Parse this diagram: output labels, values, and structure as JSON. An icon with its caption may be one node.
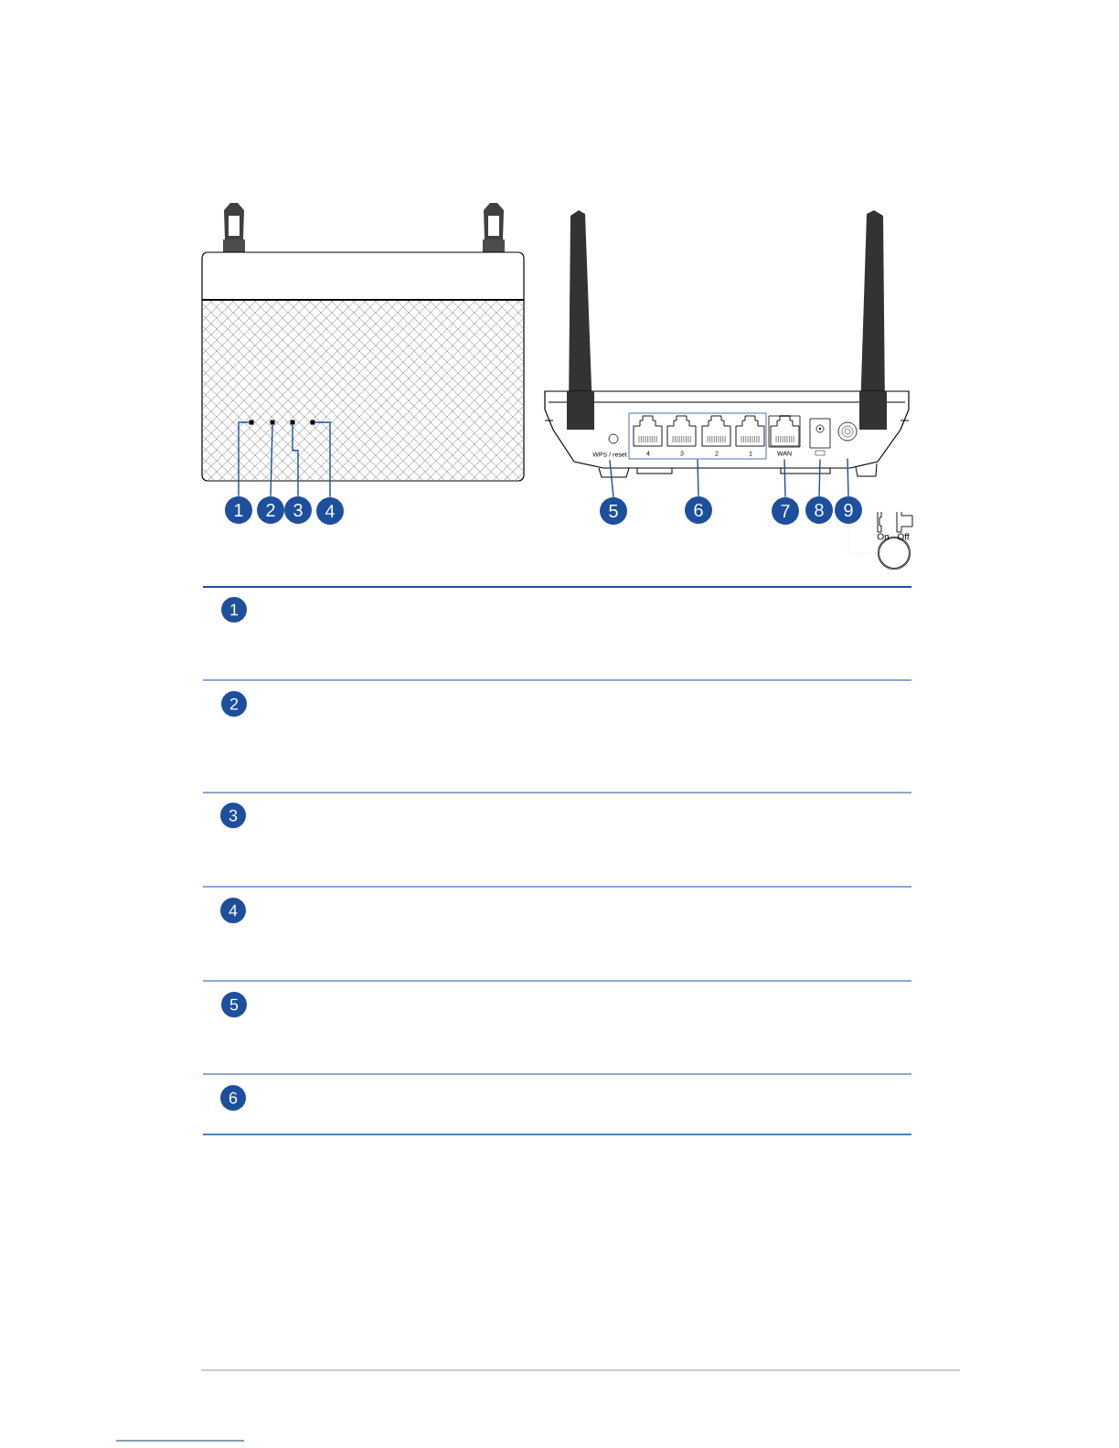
{
  "diagram": {
    "nodes": [
      {
        "text": [
          "1"
        ]
      },
      {
        "text": [
          "2"
        ]
      },
      {
        "text": [
          "3"
        ]
      },
      {
        "text": [
          "4"
        ]
      },
      {
        "text": [
          "5"
        ]
      },
      {
        "text": [
          "6"
        ]
      },
      {
        "text": [
          "7"
        ]
      },
      {
        "text": [
          "8"
        ]
      },
      {
        "text": [
          "9"
        ]
      },
      {
        "text": [],
        "shape": "box"
      },
      {
        "text": [],
        "shape": "box"
      },
      {
        "text": [],
        "shape": "box"
      },
      {
        "text": [],
        "shape": "box"
      },
      {
        "text": [],
        "shape": "circle"
      },
      {
        "text": [],
        "shape": "box"
      },
      {
        "text": [],
        "shape": "box"
      },
      {
        "text": [],
        "shape": "box"
      },
      {
        "text": [],
        "shape": "circle"
      },
      {
        "text": [],
        "shape": "circle"
      },
      {
        "text": [
          "1"
        ]
      },
      {
        "text": [
          "2"
        ]
      },
      {
        "text": [
          "3"
        ]
      },
      {
        "text": [
          "4"
        ]
      },
      {
        "text": [
          "5"
        ]
      },
      {
        "text": [
          "6"
        ]
      }
    ],
    "edges": [
      {
        "from": 0,
        "to": 9,
        "arrow": "none"
      },
      {
        "from": 1,
        "to": 10,
        "arrow": "none"
      },
      {
        "from": 2,
        "to": 11,
        "arrow": "none"
      },
      {
        "from": 3,
        "to": 12,
        "arrow": "none"
      },
      {
        "from": 4,
        "to": 13,
        "arrow": "none"
      },
      {
        "from": 5,
        "to": 14,
        "arrow": "none"
      },
      {
        "from": 6,
        "to": 15,
        "arrow": "none"
      },
      {
        "from": 7,
        "to": 16,
        "arrow": "none"
      },
      {
        "from": 8,
        "to": 17,
        "arrow": "none"
      },
      {
        "from": 8,
        "to": 18,
        "arrow": "none",
        "style": "dashed"
      }
    ],
    "labels": [
      "WPS / reset",
      "4",
      "3",
      "2",
      "1",
      "WAN",
      "On",
      "Off"
    ]
  }
}
